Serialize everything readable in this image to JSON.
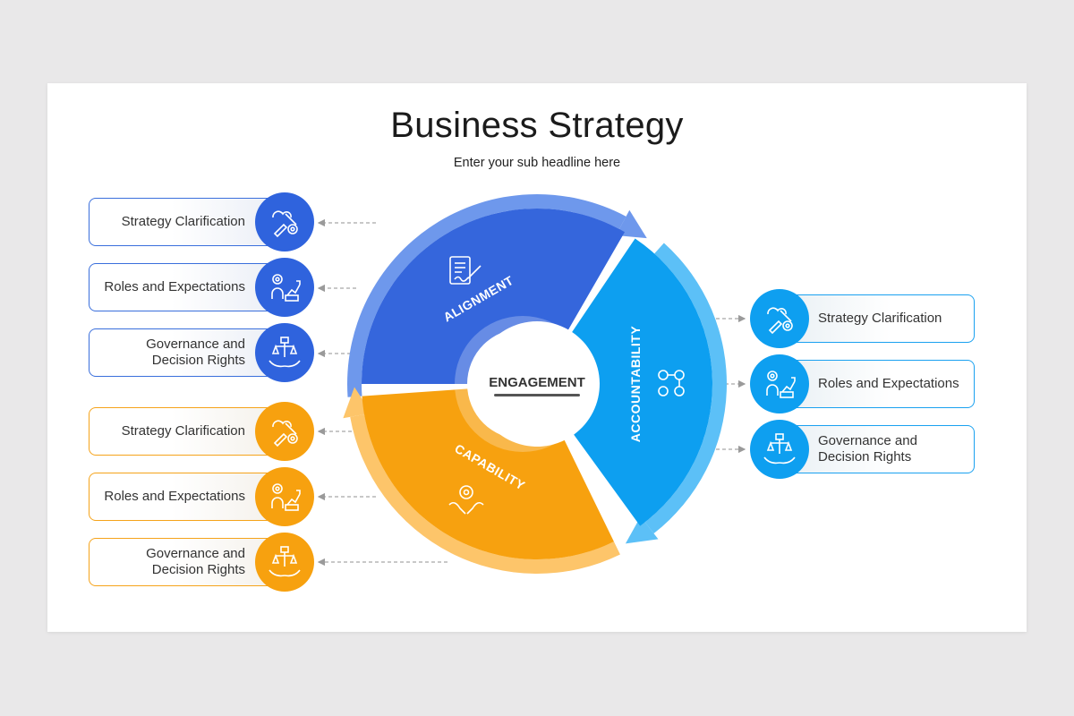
{
  "title": "Business Strategy",
  "subtitle": "Enter your sub headline here",
  "center_label": "ENGAGEMENT",
  "segments": {
    "alignment": "ALIGNMENT",
    "accountability": "ACCOUNTABILITY",
    "capability": "CAPABILITY"
  },
  "left_blue": [
    {
      "label": "Strategy Clarification",
      "icon": "strategy-icon"
    },
    {
      "label": "Roles and Expectations",
      "icon": "roles-icon"
    },
    {
      "label": "Governance and\nDecision Rights",
      "icon": "governance-icon"
    }
  ],
  "left_orange": [
    {
      "label": "Strategy Clarification",
      "icon": "strategy-icon"
    },
    {
      "label": "Roles and Expectations",
      "icon": "roles-icon"
    },
    {
      "label": "Governance and\nDecision Rights",
      "icon": "governance-icon"
    }
  ],
  "right_sky": [
    {
      "label": "Strategy Clarification",
      "icon": "strategy-icon"
    },
    {
      "label": "Roles and Expectations",
      "icon": "roles-icon"
    },
    {
      "label": "Governance and\nDecision Rights",
      "icon": "governance-icon"
    }
  ],
  "colors": {
    "alignment": "#3566dc",
    "alignment_arc": "#6e98ec",
    "accountability": "#0d9ff0",
    "accountability_arc": "#5cc0f7",
    "capability": "#f7a10f",
    "capability_arc": "#fdc56a"
  }
}
